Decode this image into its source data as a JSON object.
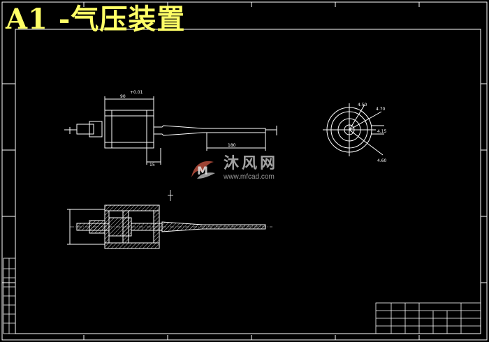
{
  "title": "A1 -气压装置",
  "watermark": {
    "brand_cn": "沐风网",
    "url": "www.mfcad.com"
  },
  "dimensions": {
    "d1": "90",
    "d2": "+0.01",
    "d3": "15",
    "d4": "180",
    "d5": "4.50",
    "d6": "4.70",
    "d7": "4.15",
    "d8": "4.60"
  },
  "colors": {
    "background": "#000000",
    "lines": "#ffffff",
    "title": "#ffff66"
  }
}
